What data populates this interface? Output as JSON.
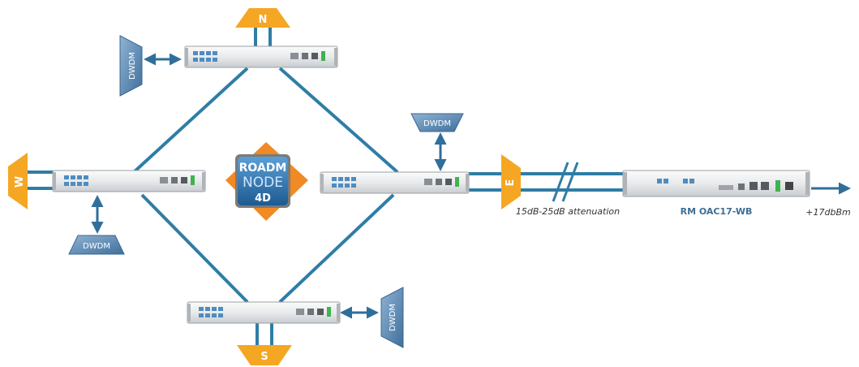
{
  "directions": {
    "north": "N",
    "south": "S",
    "west": "W",
    "east": "E"
  },
  "dwdm_label": "DWDM",
  "roadm_badge": {
    "line1": "ROADM",
    "line2": "NODE",
    "line3": "4D"
  },
  "attenuation_label": "15dB-25dB attenuation",
  "amplifier_label": "RM OAC17-WB",
  "output_power_label": "+17dbBm",
  "colors": {
    "link": "#2f7da6",
    "arrow": "#2f6f9a",
    "direction_marker": "#f5a623",
    "dwdm_fill": "#5b87b0",
    "badge_orange": "#f08a24",
    "badge_blue": "#2c6fa8",
    "caption": "#333333",
    "amp_caption": "#3d6e95"
  }
}
